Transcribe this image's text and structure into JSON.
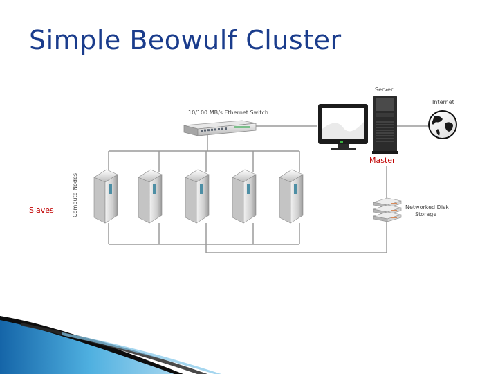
{
  "slide": {
    "title": "Simple Beowulf Cluster"
  },
  "diagram": {
    "switch_label": "10/100 MB/s Ethernet Switch",
    "server_label": "Server",
    "internet_label": "Internet",
    "compute_nodes_label": "Compute Nodes",
    "storage_label_line1": "Networked Disk",
    "storage_label_line2": "Storage",
    "master_label": "Master",
    "slaves_label": "Slaves"
  },
  "colors": {
    "title": "#1a3c8c",
    "annotation": "#c00000",
    "wire": "#999999",
    "accent_band": "#1f7fbf"
  }
}
